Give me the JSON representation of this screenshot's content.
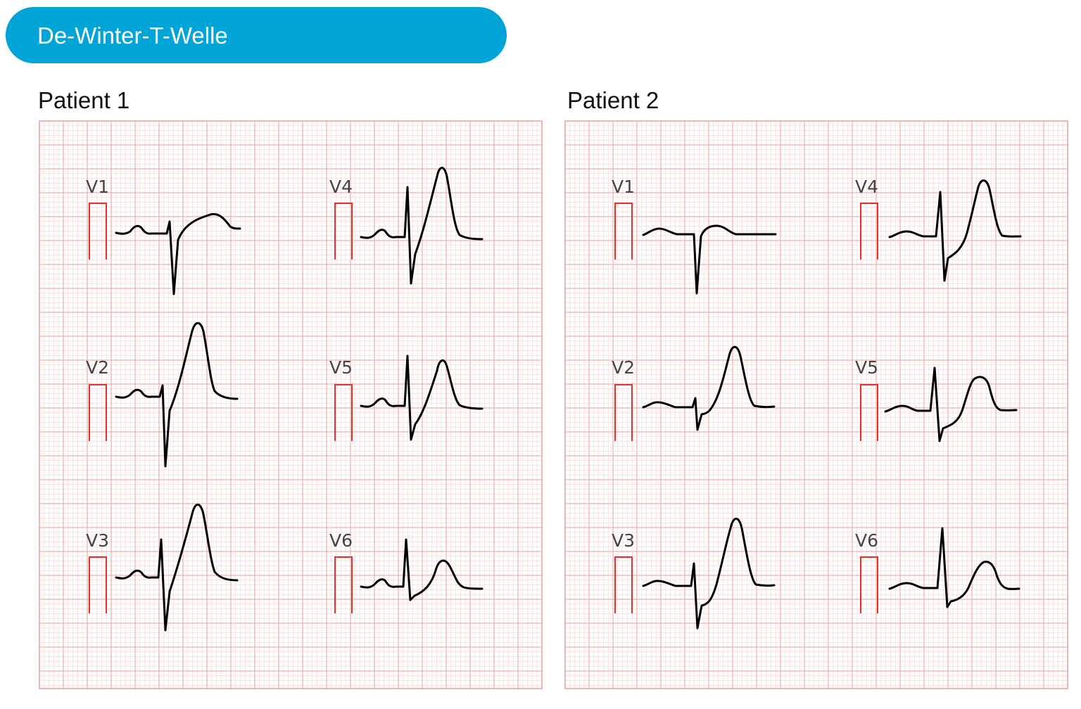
{
  "title": "De-Winter-T-Welle",
  "colors": {
    "title_bg": "#00a4d6",
    "grid_minor": "#f6d3d3",
    "grid_major": "#ec9e9e",
    "calibration": "#e8302a",
    "trace": "#000000"
  },
  "panels": [
    {
      "label": "Patient 1",
      "leads": [
        {
          "name": "V1"
        },
        {
          "name": "V2"
        },
        {
          "name": "V3"
        },
        {
          "name": "V4"
        },
        {
          "name": "V5"
        },
        {
          "name": "V6"
        }
      ]
    },
    {
      "label": "Patient 2",
      "leads": [
        {
          "name": "V1"
        },
        {
          "name": "V2"
        },
        {
          "name": "V3"
        },
        {
          "name": "V4"
        },
        {
          "name": "V5"
        },
        {
          "name": "V6"
        }
      ]
    }
  ]
}
